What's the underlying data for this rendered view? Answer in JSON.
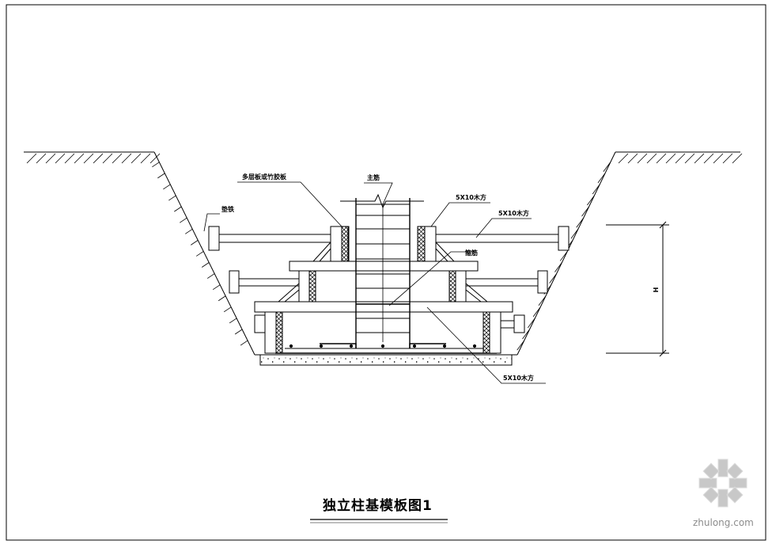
{
  "drawing": {
    "title": "独立柱基模板图1",
    "labels": {
      "multilayer_board": "多层板或竹胶板",
      "main_rebar": "主筋",
      "pad_iron": "垫铁",
      "timber_1": "5X10木方",
      "timber_2": "5X10木方",
      "timber_3": "5X10木方",
      "stirrup": "箍筋",
      "height_mark": "H"
    }
  },
  "watermark": {
    "text": "zhulong.com"
  }
}
